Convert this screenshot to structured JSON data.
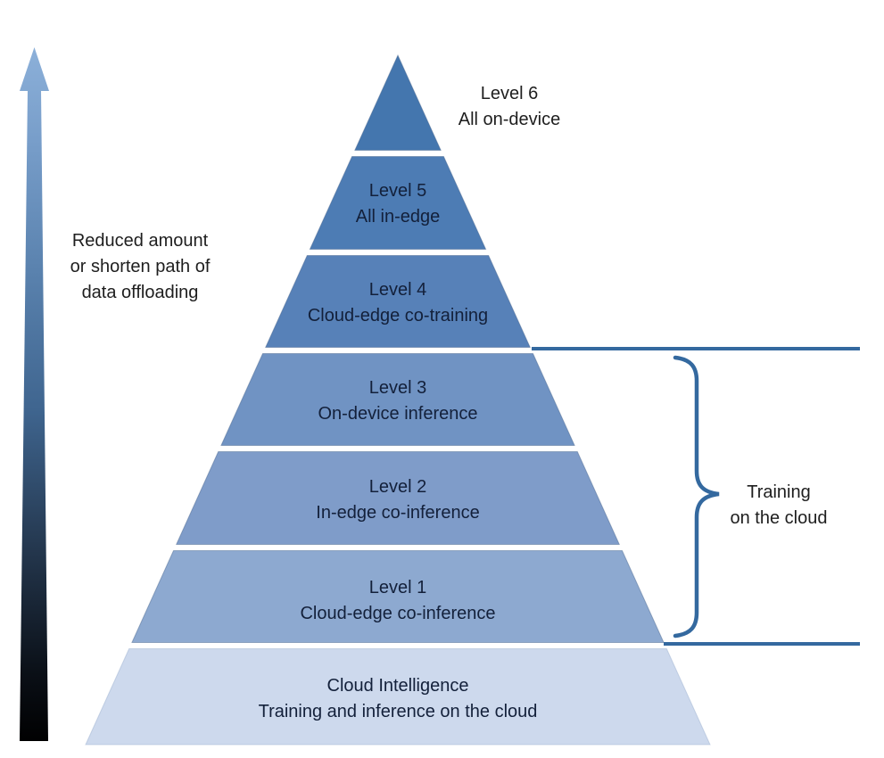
{
  "pyramid": {
    "levels": [
      {
        "label": "Level 6",
        "description": "All on-device",
        "color": "#4476ae"
      },
      {
        "label": "Level 5",
        "description": "All in-edge",
        "color": "#4d7cb4"
      },
      {
        "label": "Level 4",
        "description": "Cloud-edge co-training",
        "color": "#5781b8"
      },
      {
        "label": "Level 3",
        "description": "On-device inference",
        "color": "#7093c3"
      },
      {
        "label": "Level 2",
        "description": "In-edge co-inference",
        "color": "#7f9cc9"
      },
      {
        "label": "Level 1",
        "description": "Cloud-edge co-inference",
        "color": "#8da9d0"
      },
      {
        "label": "Cloud Intelligence",
        "description": "Training and inference on the cloud",
        "color": "#cdd9ed"
      }
    ]
  },
  "annotations": {
    "left": {
      "lines": [
        "Reduced amount",
        "or shorten path of",
        "data offloading"
      ]
    },
    "right": {
      "lines": [
        "Training",
        "on the cloud"
      ]
    }
  },
  "colors": {
    "accent_line": "#34699f",
    "arrow_top": "#8cb0d9",
    "arrow_bottom": "#000000",
    "band_text": "#13203a",
    "background": "#ffffff"
  }
}
